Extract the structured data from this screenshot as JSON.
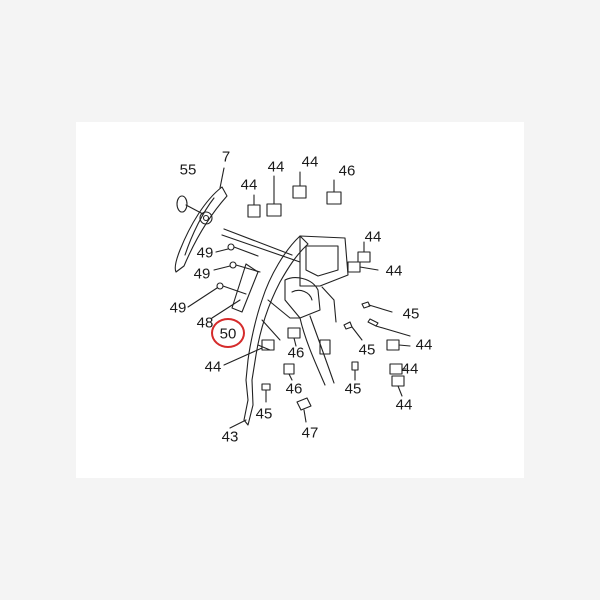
{
  "diagram": {
    "labels": {
      "p55": "55",
      "p7": "7",
      "p44a": "44",
      "p44b": "44",
      "p44c": "44",
      "p46a": "46",
      "p44d": "44",
      "p44e": "44",
      "p49a": "49",
      "p49b": "49",
      "p49c": "49",
      "p45a": "45",
      "p48": "48",
      "p50": "50",
      "p44f": "44",
      "p46b": "46",
      "p45b": "45",
      "p44g": "44",
      "p44h": "44",
      "p45c": "45",
      "p46c": "46",
      "p44i": "44",
      "p45d": "45",
      "p47": "47",
      "p43": "43"
    },
    "highlight_color": "#d52b2b"
  }
}
